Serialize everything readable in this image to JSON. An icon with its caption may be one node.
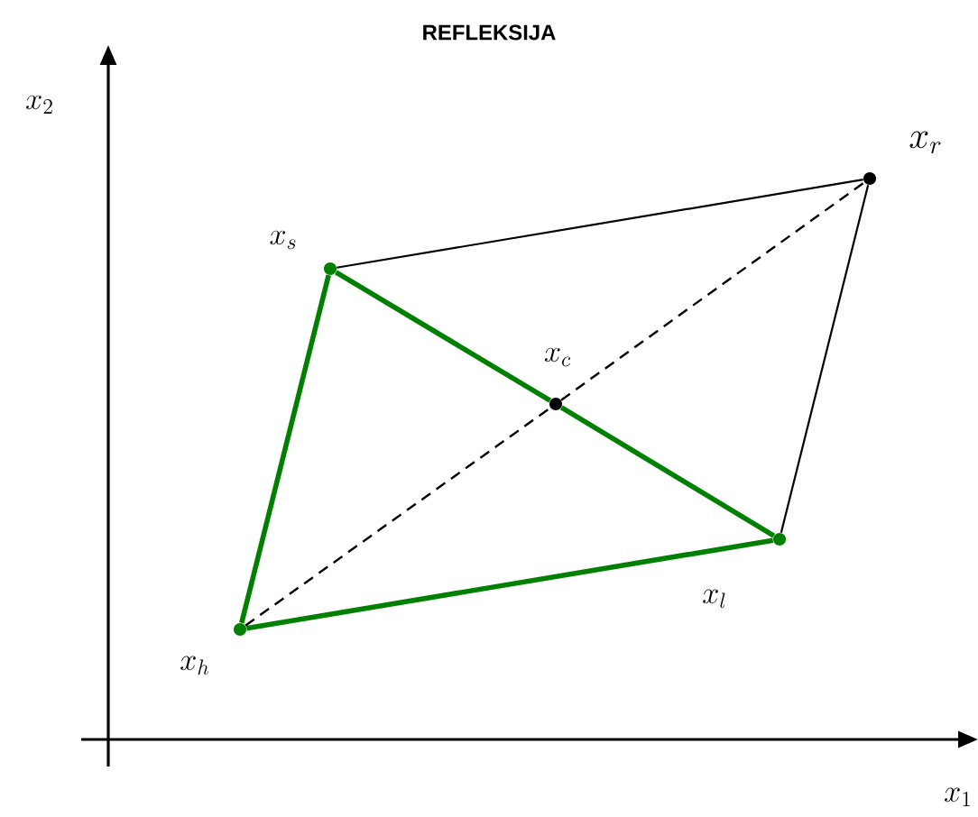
{
  "diagram": {
    "title": "REFLEKSIJA",
    "nodes": [
      {
        "text": [],
        "shape": "circle",
        "beside": [
          "x_{s}"
        ]
      },
      {
        "text": [],
        "shape": "circle",
        "beside": [
          "x_{h}"
        ]
      },
      {
        "text": [],
        "shape": "circle",
        "beside": [
          "x_{l}"
        ]
      },
      {
        "text": [],
        "shape": "circle",
        "beside": [
          "x_{c}"
        ]
      },
      {
        "text": [],
        "shape": "circle",
        "beside": [
          "x_{r}"
        ]
      }
    ],
    "edges": [
      {
        "from": 0,
        "to": 4,
        "arrow": "none"
      },
      {
        "from": 4,
        "to": 2,
        "arrow": "none"
      },
      {
        "from": 0,
        "to": 1,
        "arrow": "none",
        "style": "thick",
        "color": "#008000"
      },
      {
        "from": 1,
        "to": 2,
        "arrow": "none",
        "style": "thick",
        "color": "#008000"
      },
      {
        "from": 0,
        "to": 3,
        "arrow": "none",
        "style": "thick",
        "color": "#008000"
      },
      {
        "from": 3,
        "to": 2,
        "arrow": "none",
        "style": "thick",
        "color": "#008000"
      },
      {
        "from": 1,
        "to": 3,
        "arrow": "none",
        "style": "dashed"
      },
      {
        "from": 3,
        "to": 4,
        "arrow": "none",
        "style": "dashed"
      }
    ],
    "labels": [
      "x_{2}",
      "x_{1}"
    ]
  }
}
